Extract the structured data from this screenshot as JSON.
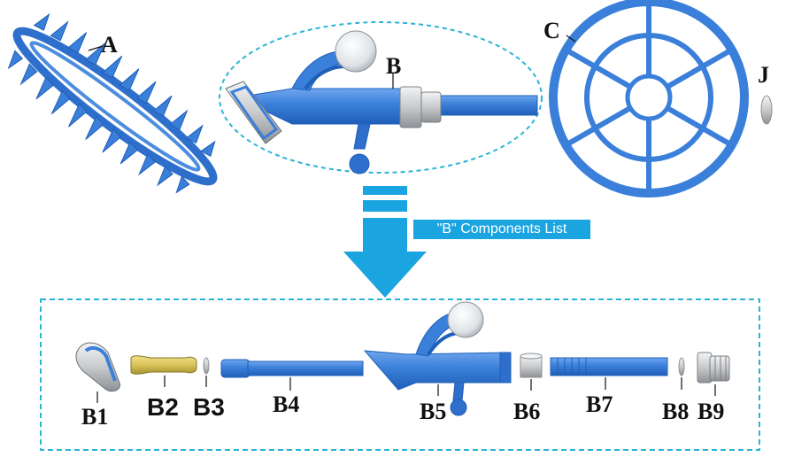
{
  "labels": {
    "a": "A",
    "b": "B",
    "c": "C",
    "j": "J",
    "b1": "B1",
    "b2": "B2",
    "b3": "B3",
    "b4": "B4",
    "b5": "B5",
    "b6": "B6",
    "b7": "B7",
    "b8": "B8",
    "b9": "B9"
  },
  "banner": "\"B\" Components List",
  "colors": {
    "part_blue": "#3a7fd9",
    "part_blue_dark": "#1f5fb8",
    "part_blue_light": "#6fa6ee",
    "arrow_blue": "#1aa4e0",
    "dashed_border": "#2ab4d4",
    "handle_yellow": "#d8c25a",
    "silver": "#c8cacc"
  }
}
